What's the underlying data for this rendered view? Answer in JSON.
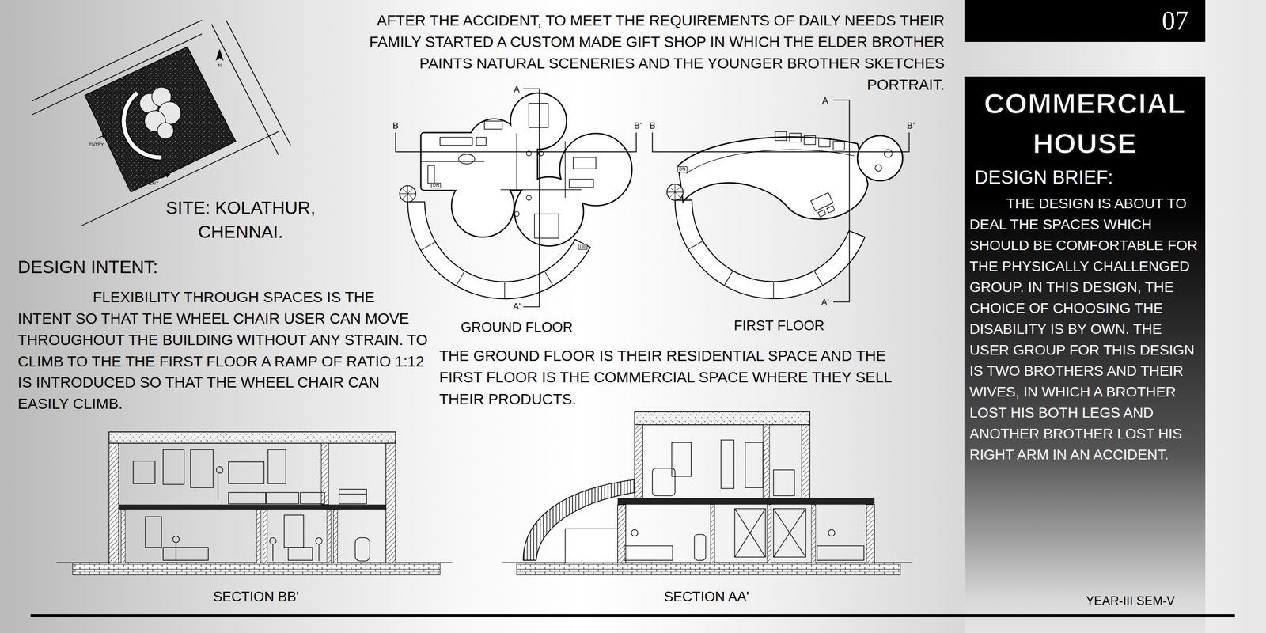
{
  "diagram": {
    "nodes": [
      {
        "text": [
          "07"
        ]
      },
      {
        "text": [
          "COMMERCIAL HOUSE",
          "DESIGN BRIEF:",
          "THE DESIGN IS ABOUT TO DEAL THE SPACES WHICH SHOULD BE COMFORTABLE FOR THE PHYSICALLY CHALLENGED GROUP. IN THIS DESIGN, THE CHOICE OF CHOOSING THE DISABILITY IS BY OWN. THE USER GROUP FOR THIS DESIGN IS TWO BROTHERS AND THEIR WIVES, IN WHICH A BROTHER LOST HIS BOTH LEGS AND ANOTHER BROTHER LOST HIS RIGHT ARM IN AN ACCIDENT."
        ]
      }
    ],
    "labels": [
      "AFTER THE ACCIDENT, TO MEET THE REQUIREMENTS OF DAILY NEEDS THEIR FAMILY STARTED A CUSTOM MADE GIFT SHOP IN WHICH THE ELDER BROTHER PAINTS NATURAL SCENERIES AND THE YOUNGER BROTHER SKETCHES PORTRAIT.",
      "N",
      "ENTRY",
      "EXIT",
      "SITE: KOLATHUR, CHENNAI.",
      "DESIGN INTENT:",
      "FLEXIBILITY THROUGH SPACES IS THE INTENT SO THAT THE WHEEL CHAIR USER CAN MOVE THROUGHOUT THE BUILDING WITHOUT ANY STRAIN. TO CLIMB TO THE THE FIRST FLOOR A RAMP OF RATIO 1:12 IS INTRODUCED SO THAT THE WHEEL CHAIR CAN EASILY CLIMB.",
      "A",
      "B",
      "B'",
      "DN",
      "UP",
      "A'",
      "GROUND FLOOR",
      "A",
      "B",
      "B'",
      "DN",
      "A'",
      "FIRST FLOOR",
      "THE GROUND FLOOR IS THEIR RESIDENTIAL SPACE AND THE FIRST FLOOR IS THE COMMERCIAL SPACE WHERE THEY SELL THEIR PRODUCTS.",
      "SECTION BB'",
      "SECTION AA'",
      "YEAR-III SEM-V"
    ]
  }
}
